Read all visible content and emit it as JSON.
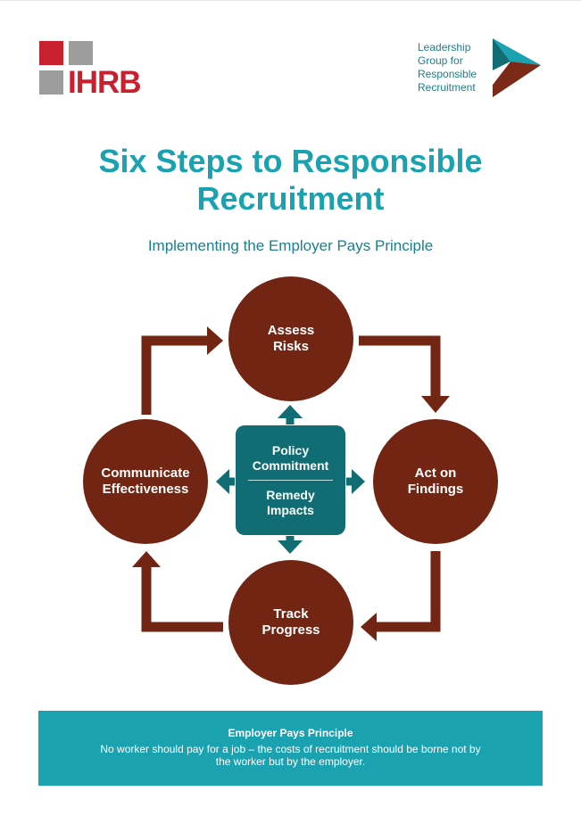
{
  "header": {
    "ihrb_logo_text": "IHRB",
    "partner_logo_lines": [
      "Leadership",
      "Group for",
      "Responsible",
      "Recruitment"
    ]
  },
  "title": "Six Steps to Responsible Recruitment",
  "subtitle": "Implementing the Employer Pays Principle",
  "diagram": {
    "steps": {
      "assess": "Assess\nRisks",
      "act": "Act on\nFindings",
      "track": "Track\nProgress",
      "communicate": "Communicate\nEffectiveness"
    },
    "center": {
      "top": "Policy\nCommitment",
      "bottom": "Remedy\nImpacts"
    }
  },
  "footer": {
    "title": "Employer Pays Principle",
    "body": "No worker should pay for a job – the costs of recruitment should be borne not by the worker but by the employer."
  },
  "colors": {
    "brand_red": "#c8202f",
    "logo_grey": "#9d9d9d",
    "teal": "#1aa2b1",
    "dark_teal": "#0f6d73",
    "step_brown": "#722513"
  }
}
